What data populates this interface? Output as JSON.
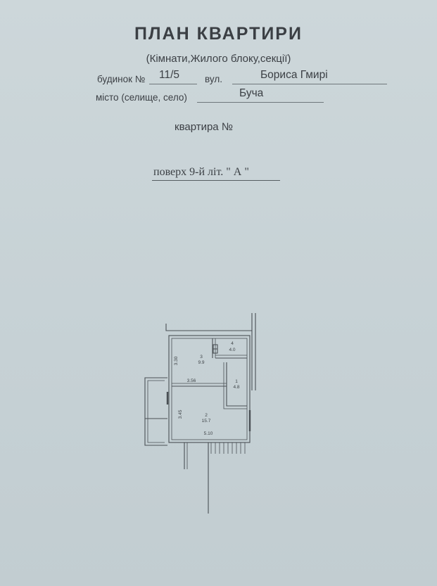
{
  "title": "ПЛАН  КВАРТИРИ",
  "subtitle": "(Кімнати,Жилого блоку,секції)",
  "house": {
    "label": "будинок №",
    "number": "11/5",
    "street_label": "вул.",
    "street": "Бориса Гмирі"
  },
  "city": {
    "label": "місто (селище, село)",
    "value": "Буча"
  },
  "apartment": {
    "label": "квартира №"
  },
  "floor": {
    "text": "поверх 9-й літ.  \" А \""
  },
  "plan": {
    "rooms": [
      {
        "number": "1",
        "area": "4.8"
      },
      {
        "number": "2",
        "area": "15.7"
      },
      {
        "number": "3",
        "area": "9.9"
      },
      {
        "number": "4",
        "area": "4.0"
      }
    ],
    "dimensions": {
      "room3_height": "3.30",
      "room3_width": "3.56",
      "room2_height": "3.45",
      "room2_width": "5.10"
    }
  }
}
